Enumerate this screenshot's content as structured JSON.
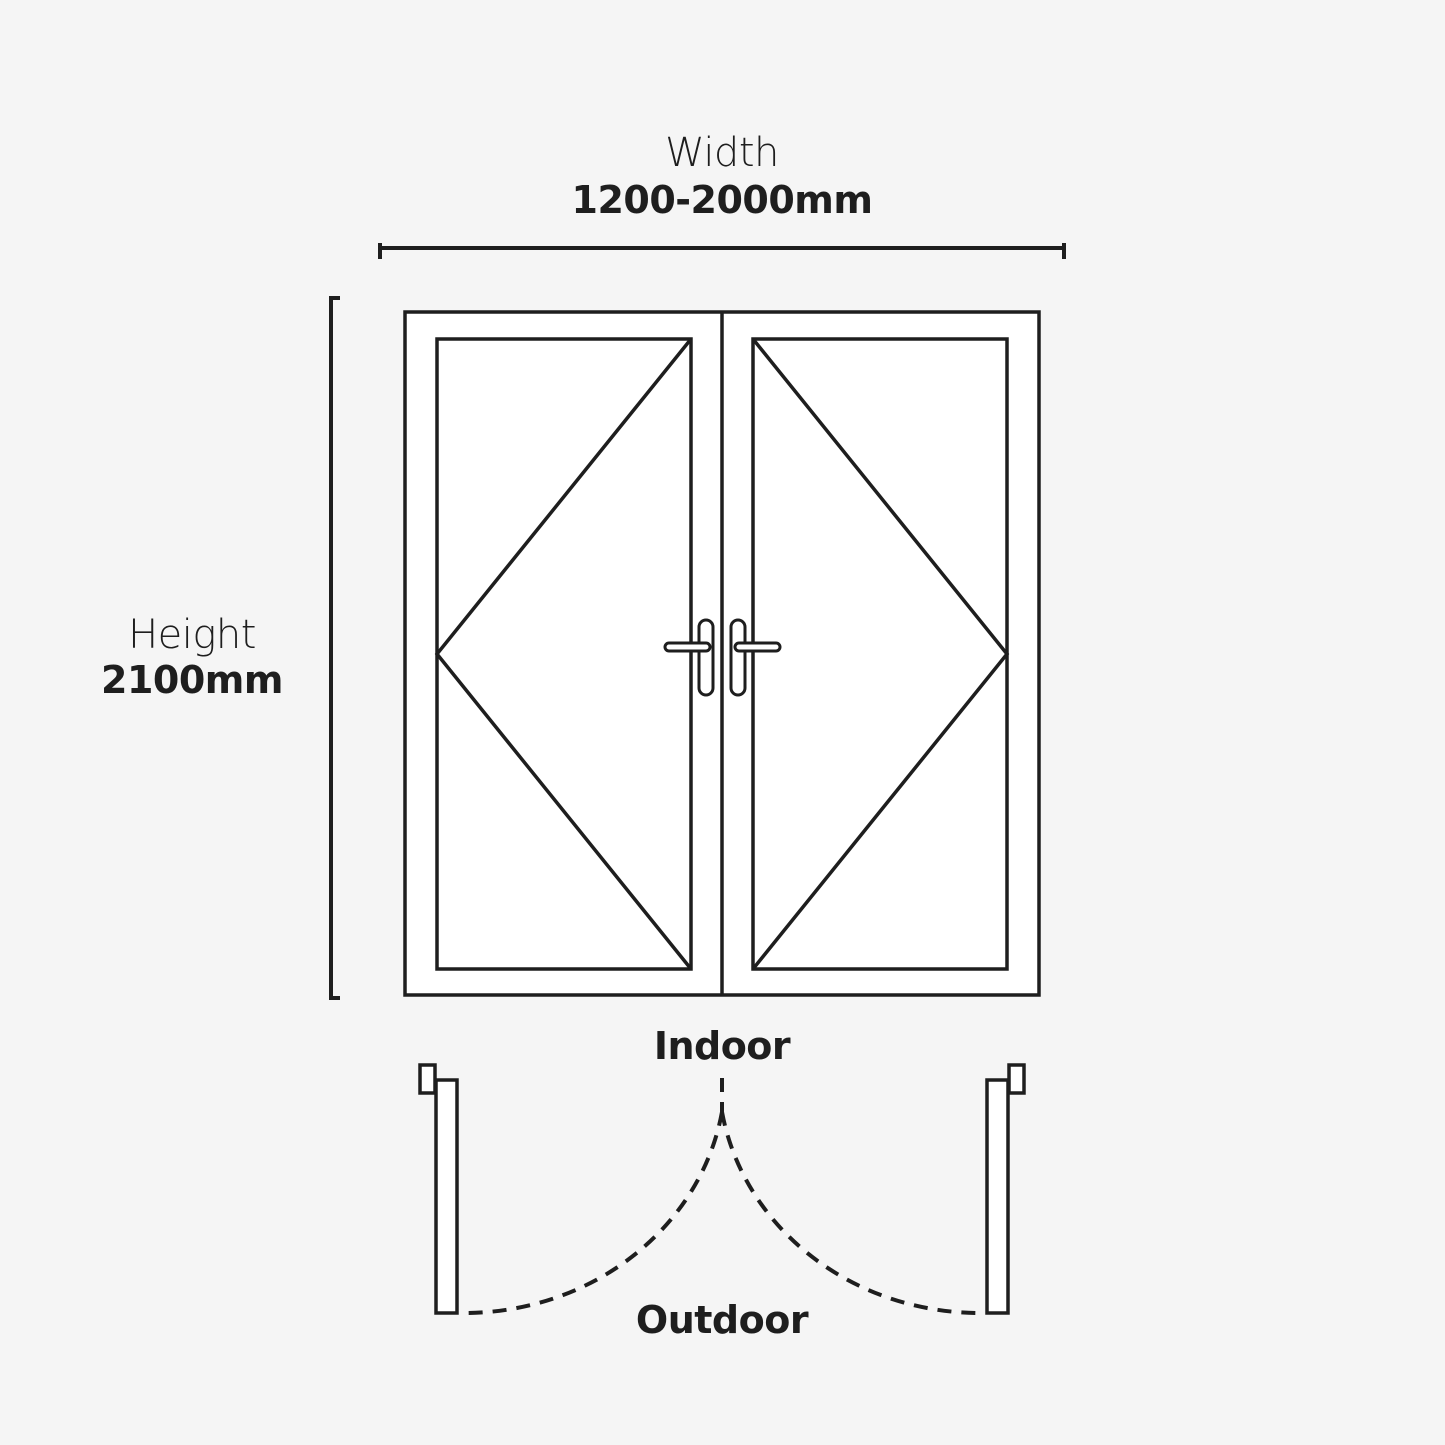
{
  "dimensions": {
    "width_title": "Width",
    "width_value": "1200-2000mm",
    "height_title": "Height",
    "height_value": "2100mm"
  },
  "plan_view": {
    "indoor_label": "Indoor",
    "outdoor_label": "Outdoor"
  },
  "colors": {
    "background": "#f5f5f5",
    "line": "#1e1e1e",
    "fill": "#ffffff"
  }
}
